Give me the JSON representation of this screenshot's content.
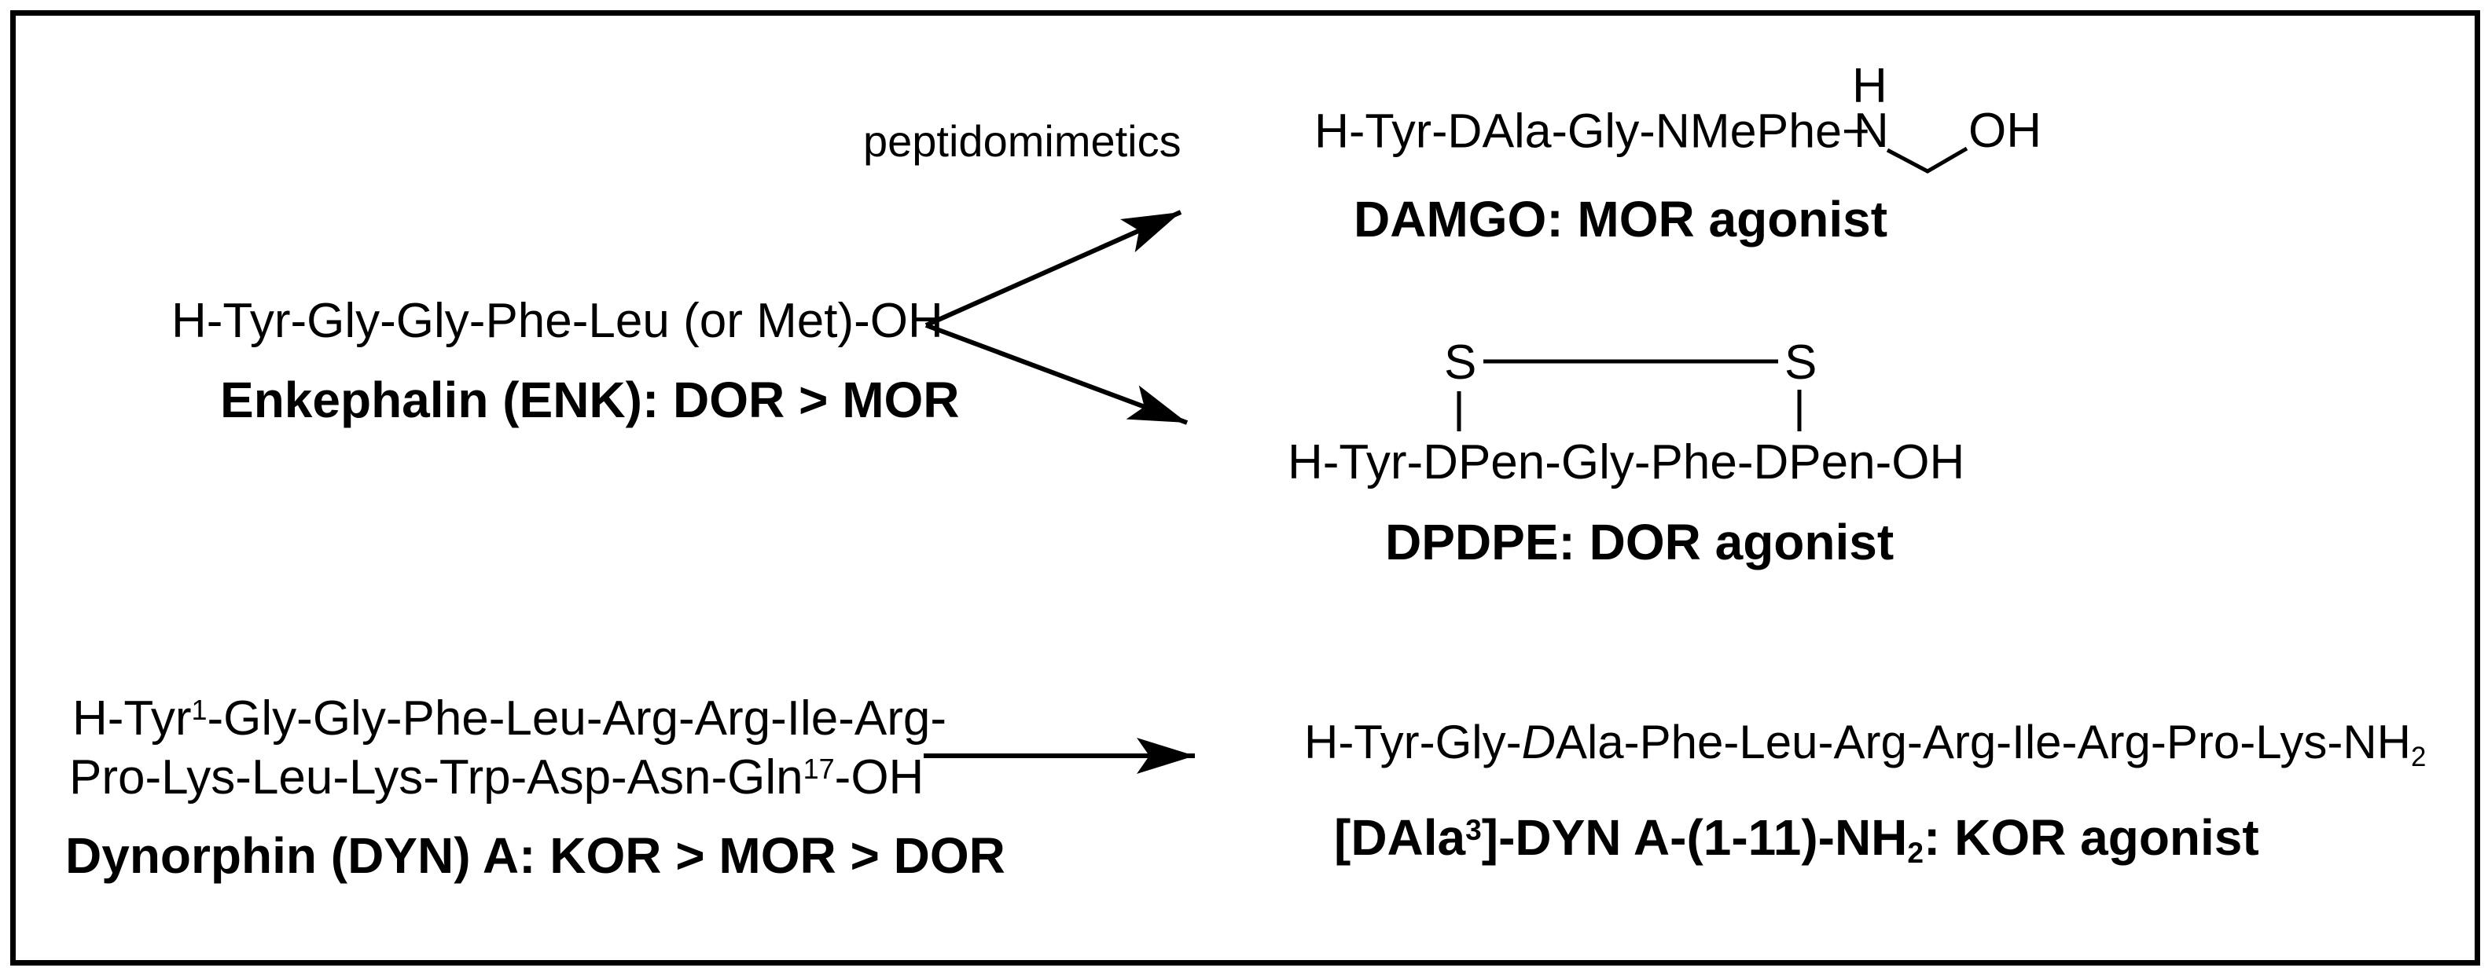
{
  "figure": {
    "transformation_label": "peptidomimetics",
    "enkephalin": {
      "sequence": "H-Tyr-Gly-Gly-Phe-Leu (or Met)-OH",
      "label": "Enkephalin (ENK): DOR > MOR"
    },
    "damgo": {
      "sequence_main": "H-Tyr-DAla-Gly-NMePhe−",
      "amide_n": "N",
      "amide_h": "H",
      "hydroxyl": "OH",
      "label": "DAMGO: MOR agonist"
    },
    "dpdpe": {
      "sulfur_left": "S",
      "sulfur_right": "S",
      "sequence": "H-Tyr-DPen-Gly-Phe-DPen-OH",
      "label": "DPDPE: DOR agonist"
    },
    "dynorphin": {
      "line1_pre": "H-Tyr",
      "line1_sup": "1",
      "line1_post": "-Gly-Gly-Phe-Leu-Arg-Arg-Ile-Arg-",
      "line2_pre": "Pro-Lys-Leu-Lys-Trp-Asp-Asn-Gln",
      "line2_sup": "17",
      "line2_post": "-OH",
      "label": "Dynorphin (DYN) A: KOR > MOR > DOR"
    },
    "dyn_analog": {
      "seq_pre": "H-Tyr-Gly-",
      "seq_italic_d": "D",
      "seq_post": "Ala-Phe-Leu-Arg-Arg-Ile-Arg-Pro-Lys-NH",
      "seq_sub": "2",
      "label_pre": "[DAla",
      "label_sup": "3",
      "label_mid": "]-DYN A-(1-11)-NH",
      "label_sub": "2",
      "label_post": ": KOR agonist"
    },
    "line_color": "#000000",
    "background_color": "#ffffff"
  }
}
